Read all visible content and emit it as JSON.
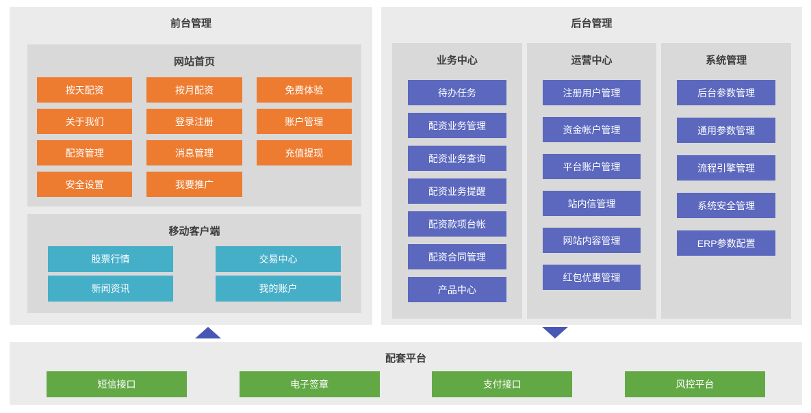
{
  "front": {
    "title": "前台管理",
    "website": {
      "title": "网站首页",
      "buttons": [
        "按天配资",
        "按月配资",
        "免费体验",
        "关于我们",
        "登录注册",
        "账户管理",
        "配资管理",
        "消息管理",
        "充值提现",
        "安全设置",
        "我要推广"
      ]
    },
    "mobile": {
      "title": "移动客户端",
      "buttons": [
        "股票行情",
        "交易中心",
        "新闻资讯",
        "我的账户"
      ]
    }
  },
  "back": {
    "title": "后台管理",
    "columns": [
      {
        "title": "业务中心",
        "buttons": [
          "待办任务",
          "配资业务管理",
          "配资业务查询",
          "配资业务提醒",
          "配资款项台帐",
          "配资合同管理",
          "产品中心"
        ]
      },
      {
        "title": "运营中心",
        "buttons": [
          "注册用户管理",
          "资金帐户管理",
          "平台账户管理",
          "站内信管理",
          "网站内容管理",
          "红包优惠管理"
        ]
      },
      {
        "title": "系统管理",
        "buttons": [
          "后台参数管理",
          "通用参数管理",
          "流程引擎管理",
          "系统安全管理",
          "ERP参数配置"
        ]
      }
    ]
  },
  "platform": {
    "title": "配套平台",
    "buttons": [
      "短信接口",
      "电子签章",
      "支付接口",
      "风控平台"
    ]
  },
  "colors": {
    "orange": "#ED7C31",
    "teal": "#45AFC8",
    "blue": "#5B68BE",
    "green": "#62A946",
    "arrow": "#4857B5",
    "section_bg": "#EBEBEB",
    "panel_bg": "#D9D9D9"
  }
}
